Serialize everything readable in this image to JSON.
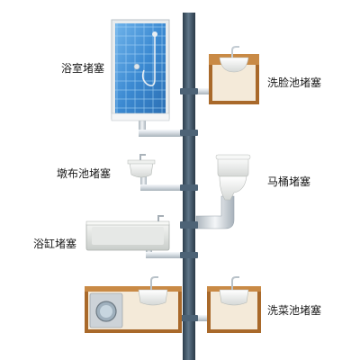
{
  "labels": {
    "shower": "浴室堵塞",
    "washbasin": "洗脸池堵塞",
    "mop_sink": "墩布池堵塞",
    "toilet": "马桶堵塞",
    "bathtub": "浴缸堵塞",
    "kitchen_sink": "洗菜池堵塞"
  },
  "colors": {
    "main_pipe": "#3f5568",
    "branch_pipe": "#dde3e8",
    "cabinet_wood": "#a9692a",
    "cabinet_inner": "#f4ead9",
    "shower_glass": "#3e8fd6",
    "ceramic": "#f2f3f1"
  }
}
